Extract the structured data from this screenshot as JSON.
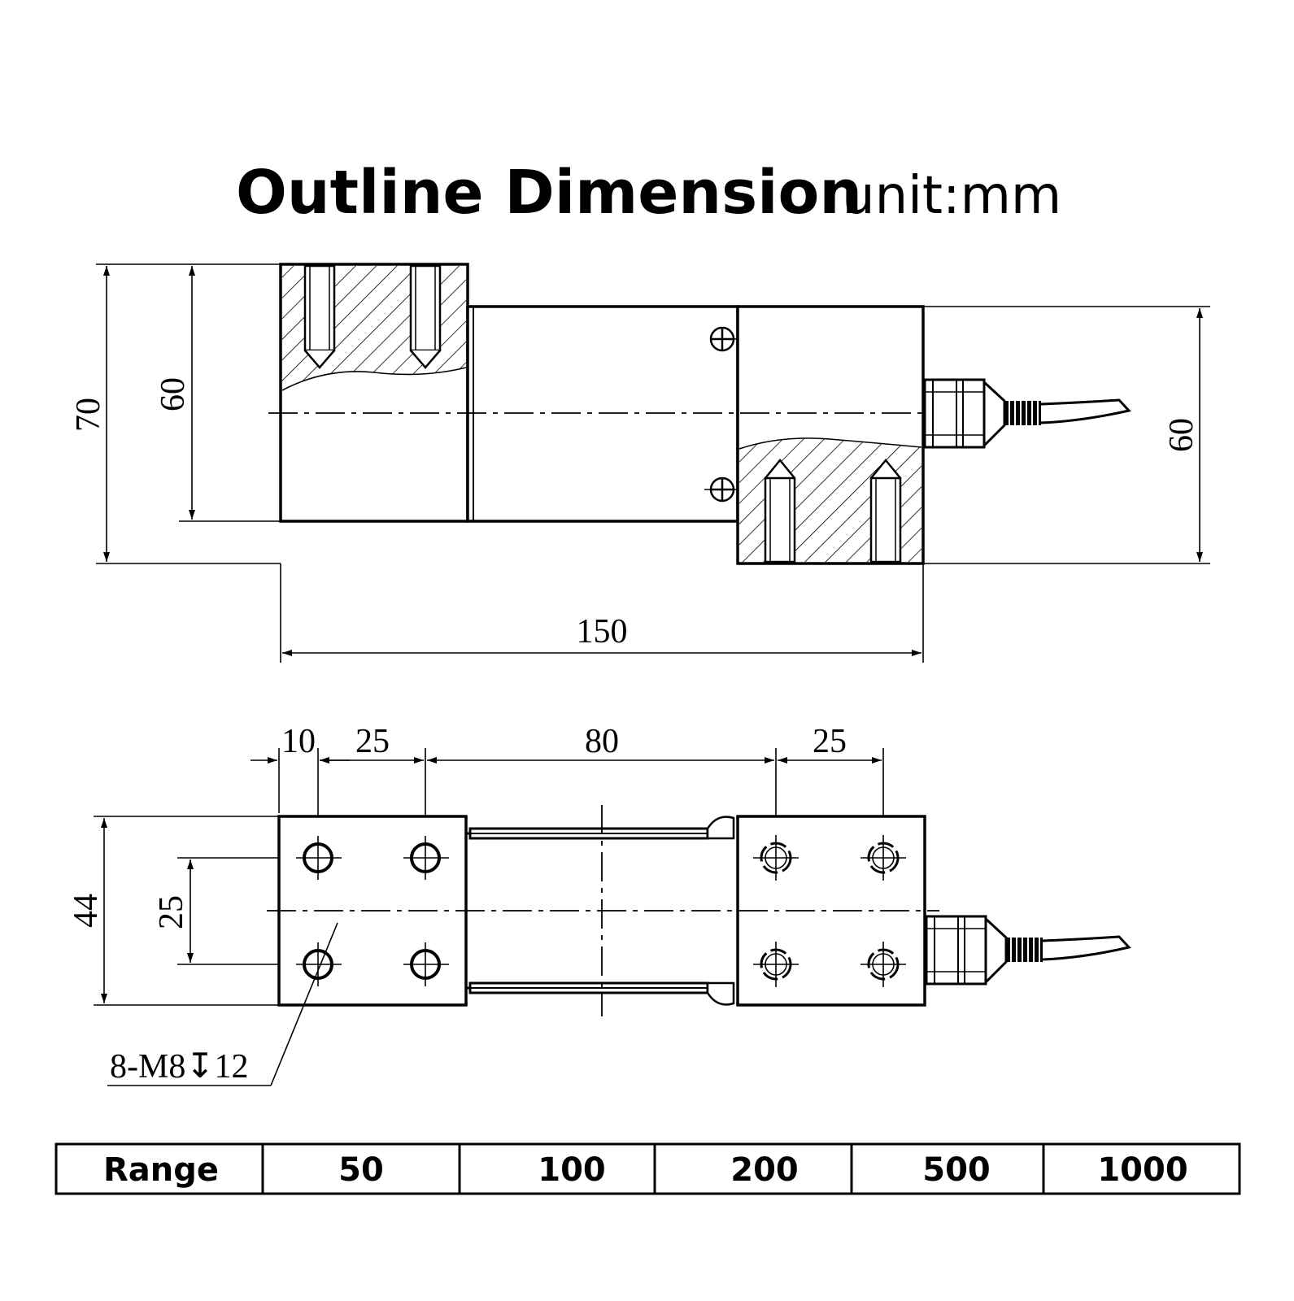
{
  "title": {
    "main": "Outline Dimension",
    "unit": "unit:mm"
  },
  "side_view": {
    "height_total": "70",
    "height_left": "60",
    "height_right": "60",
    "length": "150"
  },
  "top_view": {
    "edge_offset": "10",
    "hole_spacing_left": "25",
    "center_span": "80",
    "hole_spacing_right": "25",
    "width": "44",
    "hole_spacing_vertical": "25",
    "thread_note": "8-M8↧12"
  },
  "range_table": {
    "header": "Range",
    "values": [
      "50",
      "100",
      "200",
      "500",
      "1000"
    ]
  }
}
